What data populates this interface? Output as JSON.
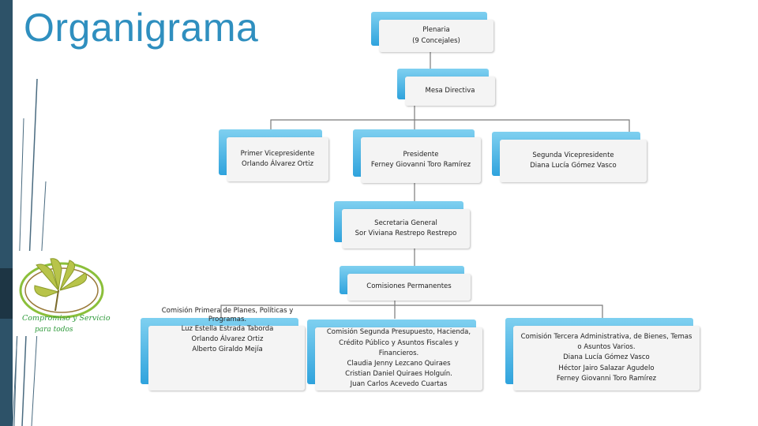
{
  "title": "Organigrama",
  "plenaria": {
    "name": "Plenaria",
    "detail": "(9 Concejales)"
  },
  "mesa": {
    "name": "Mesa Directiva"
  },
  "primer_vice": {
    "role": "Primer Vicepresidente",
    "person": "Orlando Álvarez Ortiz"
  },
  "presidente": {
    "role": "Presidente",
    "person": "Ferney Giovanni Toro Ramírez"
  },
  "segunda_vice": {
    "role": "Segunda Vicepresidente",
    "person": "Diana Lucía Gómez Vasco"
  },
  "secretaria": {
    "role": "Secretaria General",
    "person": "Sor Viviana Restrepo Restrepo"
  },
  "comisiones": {
    "name": "Comisiones Permanentes"
  },
  "comision_primera": {
    "title": "Comisión Primera de Planes, Políticas y Programas.",
    "members": [
      "Luz Estella Estrada Taborda",
      "Orlando Álvarez Ortiz",
      "Alberto Giraldo Mejía"
    ]
  },
  "comision_segunda": {
    "title": "Comisión Segunda Presupuesto, Hacienda, Crédito Público y Asuntos Fiscales y Financieros.",
    "members": [
      "Claudia Jenny Lezcano Quiraes",
      "Cristian Daniel Quiraes Holguín.",
      "Juan Carlos Acevedo Cuartas"
    ]
  },
  "comision_tercera": {
    "title": "Comisión Tercera Administrativa, de Bienes, Temas o Asuntos Varios.",
    "members": [
      "Diana Lucía Gómez Vasco",
      "Héctor Jairo Salazar Agudelo",
      "Ferney Giovanni Toro Ramírez"
    ]
  },
  "logo": {
    "line1": "Compromiso y Servicio",
    "line2": "para todos"
  },
  "colors": {
    "accent": "#2f8fbf",
    "box_top": "#7fd0f0",
    "box_bottom": "#2fa3dd",
    "sidebar": "#2d5268"
  }
}
